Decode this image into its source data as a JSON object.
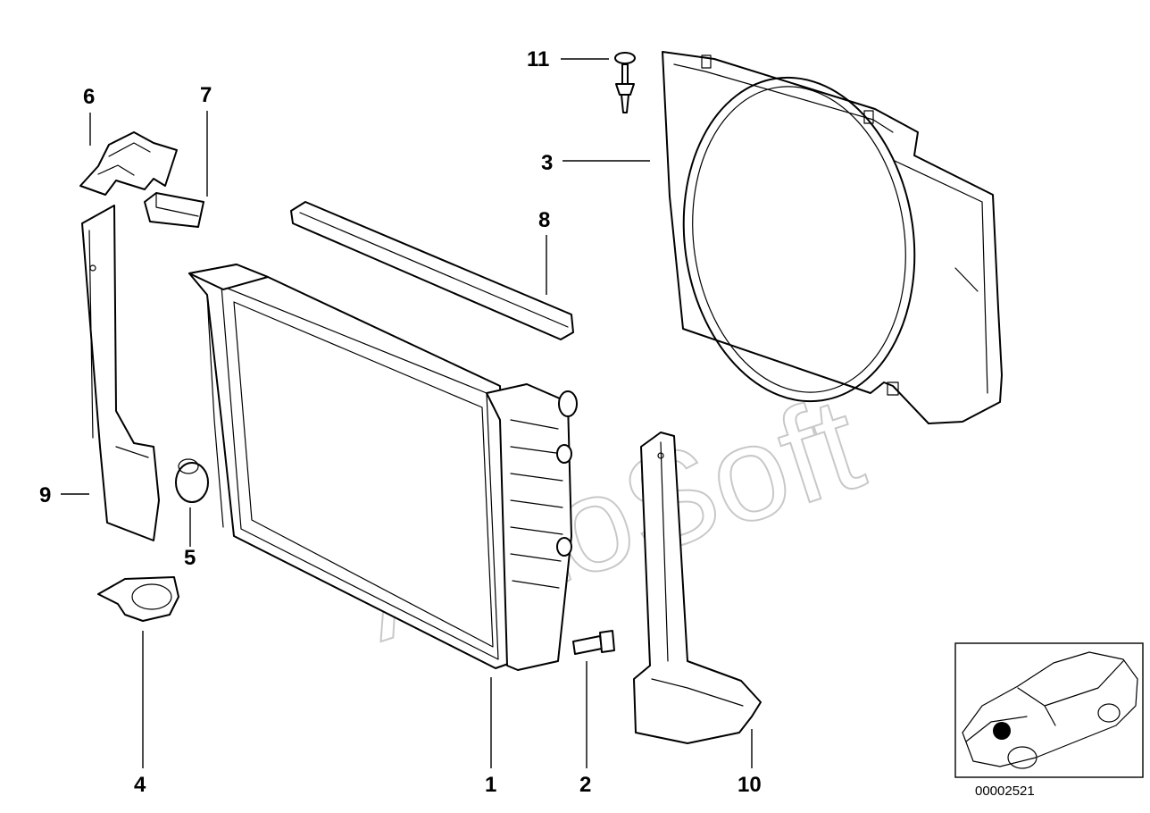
{
  "callouts": {
    "c1": "1",
    "c2": "2",
    "c3": "3",
    "c4": "4",
    "c5": "5",
    "c6": "6",
    "c7": "7",
    "c8": "8",
    "c9": "9",
    "c10": "10",
    "c11": "11"
  },
  "watermark": "AutoSoft",
  "reference_number": "00002521"
}
